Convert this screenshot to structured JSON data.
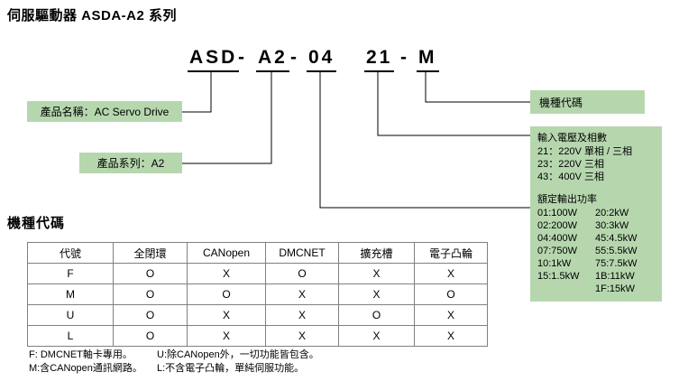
{
  "title": "伺服驅動器 ASDA-A2 系列",
  "section_title": "機種代碼",
  "colors": {
    "accent_green": "#b6d7ae"
  },
  "model_code": {
    "segments": [
      "ASD",
      "A2",
      "04",
      "21",
      "M"
    ],
    "separator": "-"
  },
  "labels": {
    "product_name": "產品名稱：AC Servo Drive",
    "product_series": "產品系列：A2",
    "model_code": "機種代碼",
    "input_voltage": {
      "title": "輸入電壓及相數",
      "lines": [
        "21：220V 單相 / 三相",
        "23：220V 三相",
        "43：400V 三相"
      ]
    },
    "rated_power": {
      "title": "額定輸出功率",
      "rows": [
        [
          "01:100W",
          "20:2kW"
        ],
        [
          "02:200W",
          "30:3kW"
        ],
        [
          "04:400W",
          "45:4.5kW"
        ],
        [
          "07:750W",
          "55:5.5kW"
        ],
        [
          "10:1kW",
          "75:7.5kW"
        ],
        [
          "15:1.5kW",
          "1B:11kW"
        ],
        [
          "",
          "1F:15kW"
        ]
      ]
    }
  },
  "table": {
    "headers": [
      "代號",
      "全閉環",
      "CANopen",
      "DMCNET",
      "擴充槽",
      "電子凸輪"
    ],
    "rows": [
      [
        "F",
        "O",
        "X",
        "O",
        "X",
        "X"
      ],
      [
        "M",
        "O",
        "O",
        "X",
        "X",
        "O"
      ],
      [
        "U",
        "O",
        "X",
        "X",
        "O",
        "X"
      ],
      [
        "L",
        "O",
        "X",
        "X",
        "X",
        "X"
      ]
    ]
  },
  "footnotes": {
    "row1_left": "F: DMCNET軸卡專用。",
    "row1_right": "U:除CANopen外，一切功能皆包含。",
    "row2_left": "M:含CANopen通訊網路。",
    "row2_right": "L:不含電子凸輪，單純伺服功能。"
  }
}
